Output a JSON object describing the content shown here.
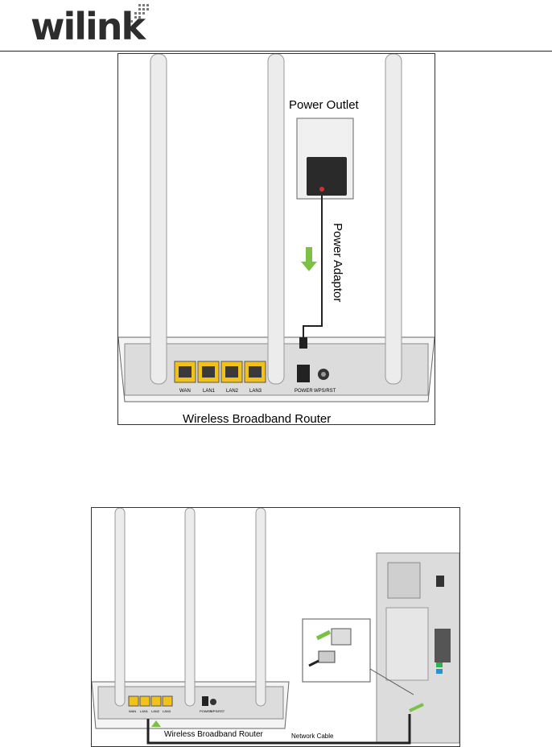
{
  "logo": {
    "text": "wilink"
  },
  "figure1": {
    "power_outlet_label": "Power Outlet",
    "power_adaptor_label": "Power Adaptor",
    "router_label": "Wireless Broadband Router",
    "ports": [
      "WAN",
      "LAN1",
      "LAN2",
      "LAN3"
    ],
    "power_port_label": "POWER",
    "wps_label": "WPS/RST"
  },
  "figure2": {
    "router_label": "Wireless Broadband Router",
    "cable_label": "Network Cable",
    "ports": [
      "WAN",
      "LAN1",
      "LAN2",
      "LAN3"
    ],
    "power_port_label": "POWER",
    "wps_label": "WPS/RST"
  },
  "colors": {
    "port_yellow": "#f2c21a",
    "arrow_green": "#7bc143",
    "antenna": "#e9e9e9"
  }
}
